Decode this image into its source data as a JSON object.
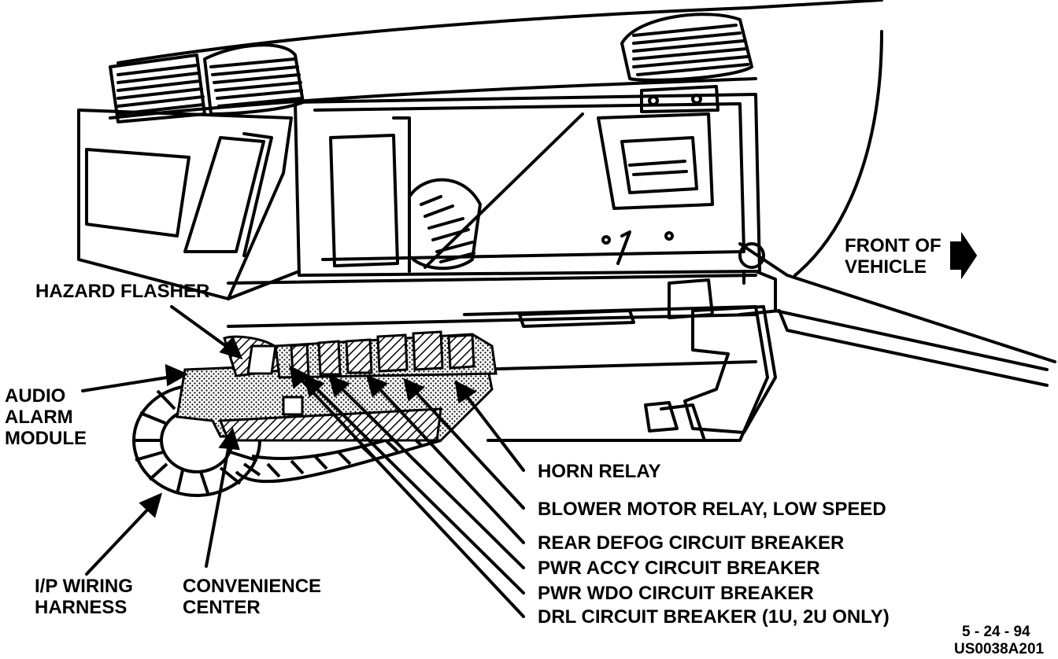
{
  "diagram": {
    "front_of_vehicle": [
      "FRONT OF",
      "VEHICLE"
    ],
    "hazard_flasher": "HAZARD FLASHER",
    "audio_alarm_module": [
      "AUDIO",
      "ALARM",
      "MODULE"
    ],
    "ip_wiring_harness": [
      "I/P WIRING",
      "HARNESS"
    ],
    "convenience_center": [
      "CONVENIENCE",
      "CENTER"
    ],
    "horn_relay": "HORN RELAY",
    "blower_motor_relay": "BLOWER MOTOR RELAY, LOW SPEED",
    "rear_defog_breaker": "REAR DEFOG CIRCUIT BREAKER",
    "pwr_accy_breaker": "PWR ACCY CIRCUIT BREAKER",
    "pwr_wdo_breaker": "PWR WDO CIRCUIT BREAKER",
    "drl_breaker": "DRL CIRCUIT BREAKER (1U, 2U ONLY)",
    "date_code": "5 - 24 - 94",
    "figure_code": "US0038A201"
  }
}
